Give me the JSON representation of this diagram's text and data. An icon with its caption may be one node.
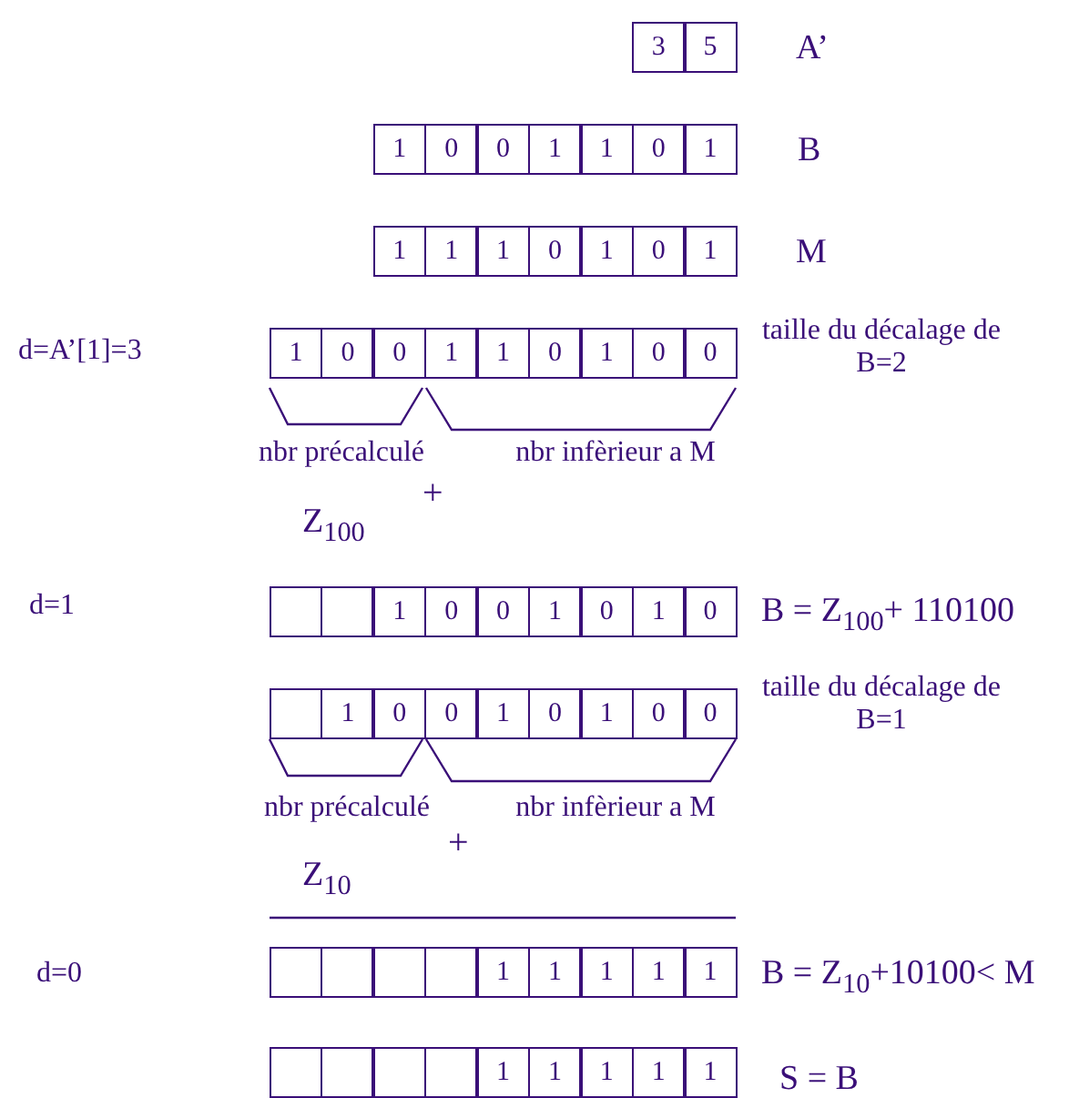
{
  "diagram": {
    "labels": [
      "3",
      "5",
      "A’",
      "1",
      "0",
      "0",
      "1",
      "1",
      "0",
      "1",
      "B",
      "1",
      "1",
      "1",
      "0",
      "1",
      "0",
      "1",
      "M",
      "d=A’[1]=3",
      "1",
      "0",
      "0",
      "1",
      "1",
      "0",
      "1",
      "0",
      "0",
      "taille du décalage de B=2",
      "nbr précalculé",
      "+",
      "nbr infèrieur a M",
      "Z$_{100}$",
      "d=1",
      "1",
      "0",
      "0",
      "1",
      "0",
      "1",
      "0",
      "B = Z$_{100}$+ 110100",
      "1",
      "0",
      "0",
      "1",
      "0",
      "1",
      "0",
      "0",
      "taille du décalage de B=1",
      "nbr précalculé",
      "+",
      "nbr infèrieur a M",
      "Z$_{10}$",
      "d=0",
      "1",
      "1",
      "1",
      "1",
      "1",
      "B = Z$_{10}$+10100< M",
      "1",
      "1",
      "1",
      "1",
      "1",
      "S = B"
    ]
  }
}
